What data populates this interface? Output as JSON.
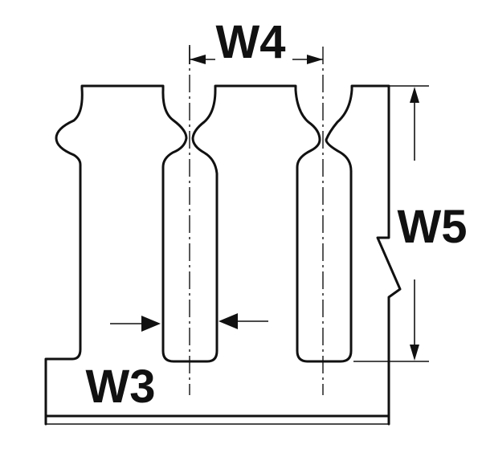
{
  "labels": {
    "w3": "W3",
    "w4": "W4",
    "w5": "W5"
  },
  "colors": {
    "line": "#111111",
    "background": "#ffffff"
  }
}
